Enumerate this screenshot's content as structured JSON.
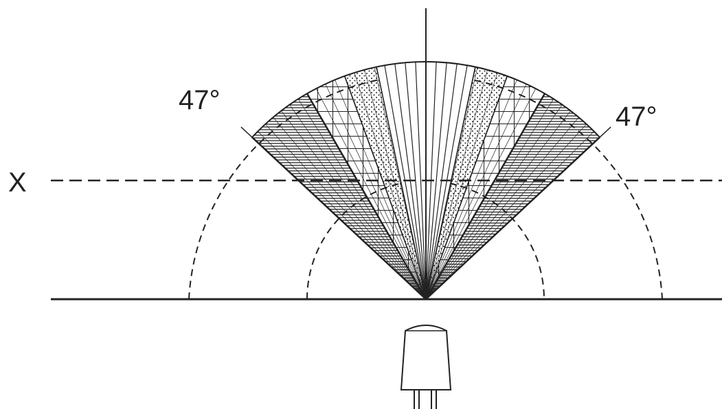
{
  "labels": {
    "axis": "X",
    "left_angle": "47°",
    "right_angle": "47°"
  },
  "beam": {
    "half_angle_deg": 47
  },
  "colors": {
    "stroke": "#222222",
    "background": "#ffffff"
  },
  "icons": {
    "led": "led-emitter-icon"
  }
}
